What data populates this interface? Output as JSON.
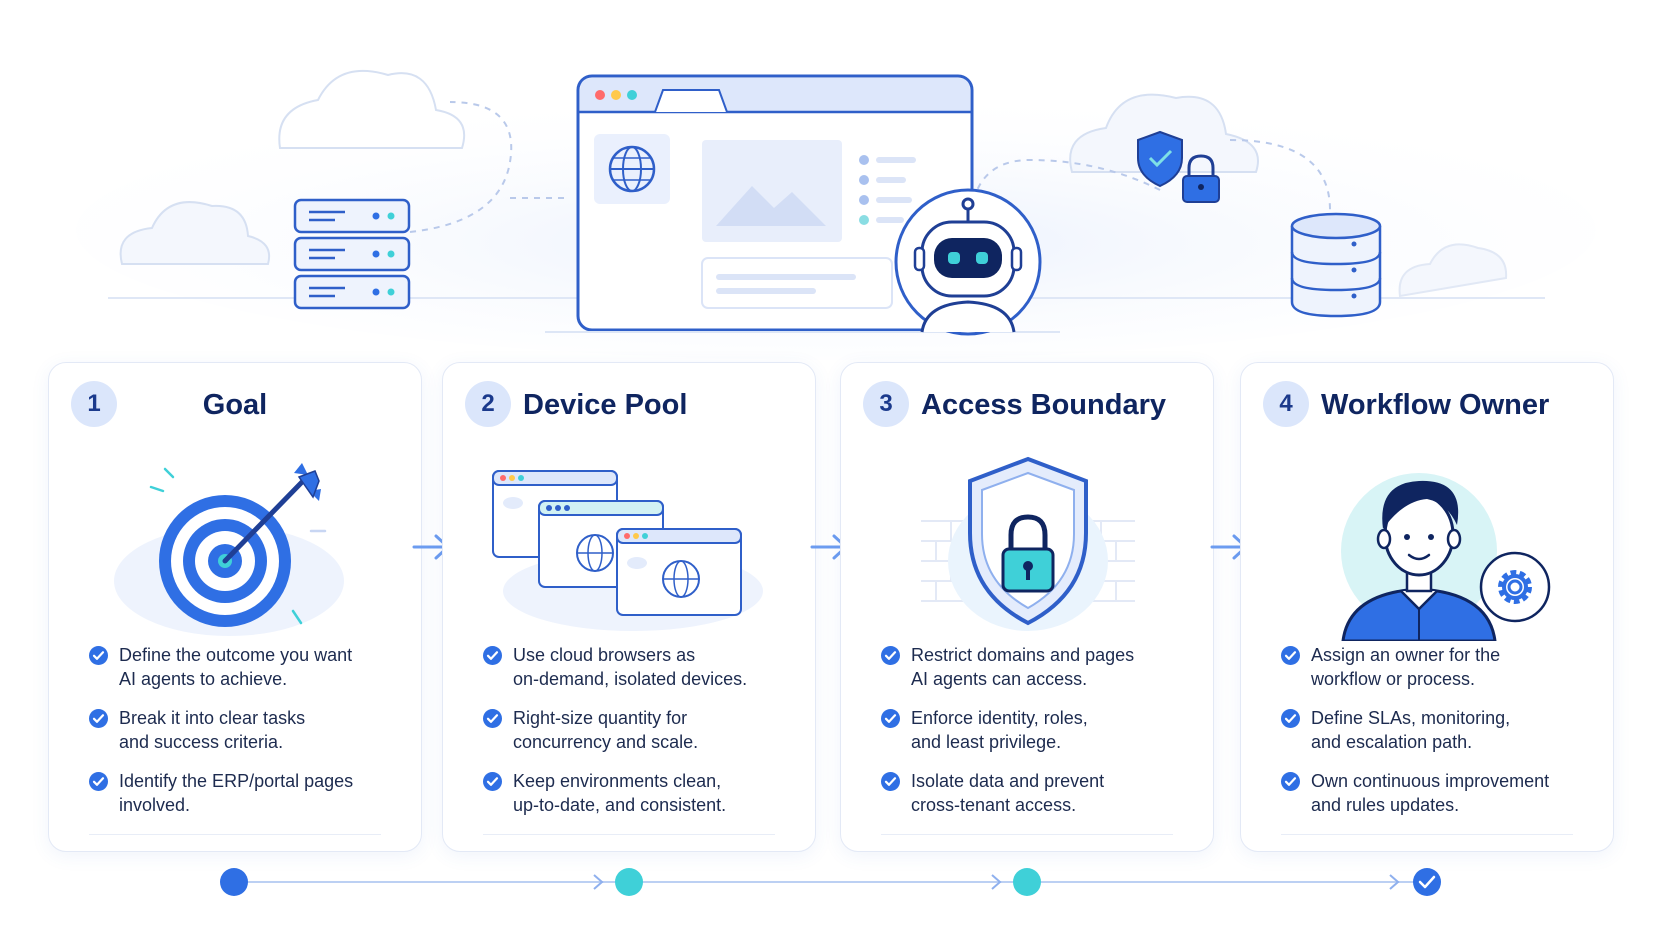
{
  "steps": [
    {
      "number": "1",
      "title": "Goal",
      "bullets": [
        [
          "Define the outcome you want",
          "AI agents to achieve."
        ],
        [
          "Break it into clear tasks",
          "and success criteria."
        ],
        [
          "Identify the ERP/portal pages",
          "involved."
        ]
      ]
    },
    {
      "number": "2",
      "title": "Device Pool",
      "bullets": [
        [
          "Use cloud browsers as",
          "on-demand, isolated devices."
        ],
        [
          "Right-size quantity for",
          "concurrency and scale."
        ],
        [
          "Keep environments clean,",
          "up-to-date, and consistent."
        ]
      ]
    },
    {
      "number": "3",
      "title": "Access Boundary",
      "bullets": [
        [
          "Restrict domains and pages",
          "AI agents can access."
        ],
        [
          "Enforce identity, roles,",
          "and least privilege."
        ],
        [
          "Isolate data and prevent",
          "cross-tenant access."
        ]
      ]
    },
    {
      "number": "4",
      "title": "Workflow Owner",
      "bullets": [
        [
          "Assign an owner for the",
          "workflow or process."
        ],
        [
          "Define SLAs, monitoring,",
          "and escalation path."
        ],
        [
          "Own continuous improvement",
          "and rules updates."
        ]
      ]
    }
  ],
  "icons": {
    "step1": "target-icon",
    "step2": "browser-windows-icon",
    "step3": "shield-lock-icon",
    "step4": "person-gear-icon"
  },
  "timeline_nodes": [
    "filled",
    "filled",
    "filled",
    "complete"
  ],
  "colors": {
    "primary": "#2f6fe4",
    "navy": "#0f2560",
    "teal": "#3fd0d8",
    "light_blue": "#dbe6fb"
  }
}
